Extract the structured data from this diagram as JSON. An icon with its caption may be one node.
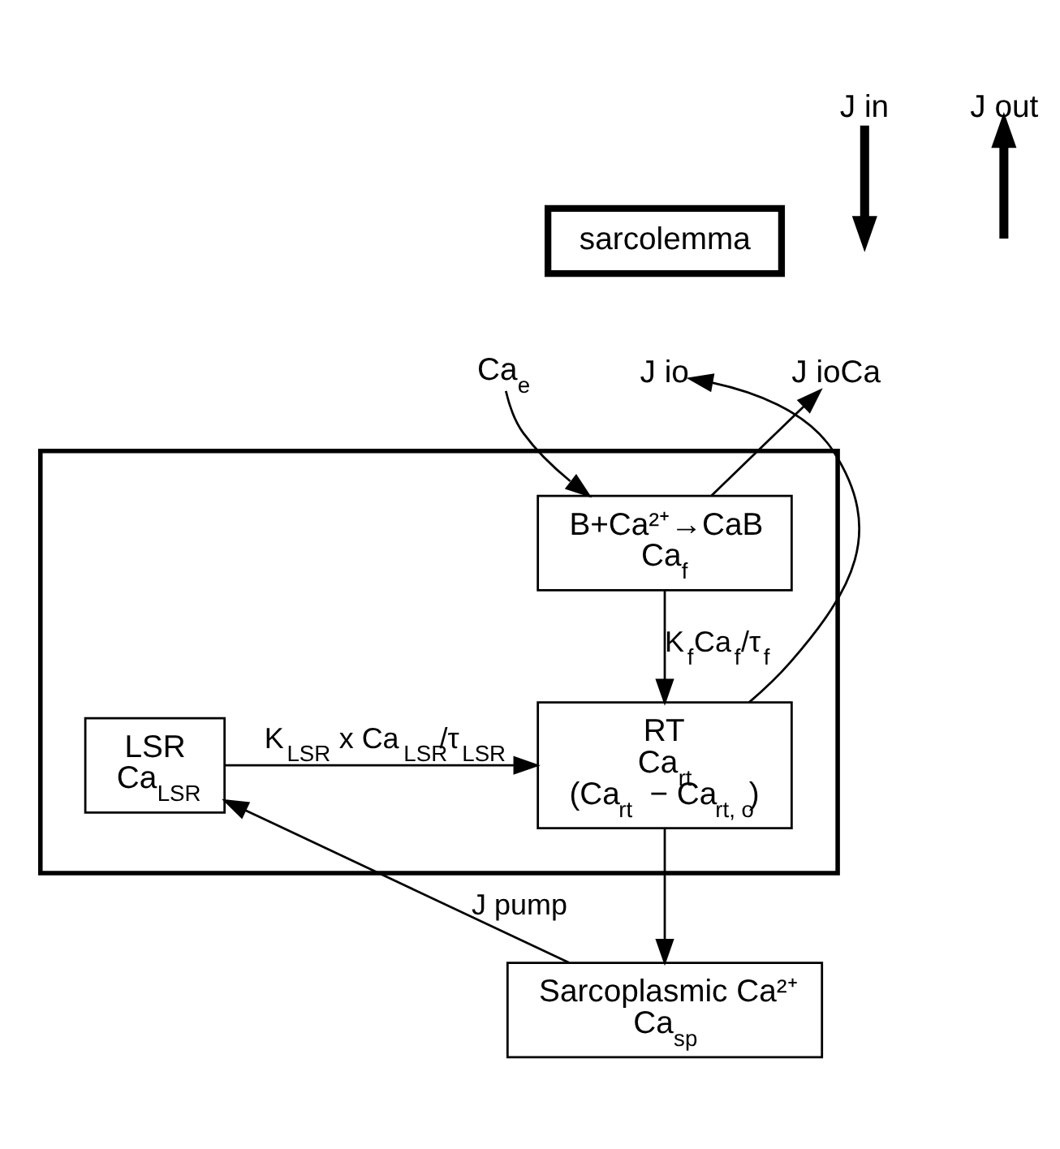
{
  "diagram": {
    "nodes": [
      {
        "text": [],
        "shape": "box"
      },
      {
        "text": [
          "B+Ca²⁺→CaB",
          "Ca$_{f}$"
        ],
        "in": 0
      },
      {
        "text": [
          "RT",
          "Ca$_{rt}$",
          "(Ca$_{rt}$ − Ca$_{rt, o}$)"
        ],
        "in": 0
      },
      {
        "text": [
          "LSR",
          "Ca$_{LSR}$"
        ],
        "in": 0
      },
      {
        "text": [
          "Sarcoplasmic Ca²⁺",
          "Ca$_{sp}$"
        ]
      },
      {
        "text": [
          "Ca$_{e}$"
        ]
      },
      {
        "text": [
          "J io"
        ]
      },
      {
        "text": [
          "J ioCa"
        ]
      },
      {
        "text": [
          "sarcolemma"
        ]
      },
      {
        "text": [
          "J in"
        ]
      },
      {
        "text": [
          "J out"
        ]
      }
    ],
    "edges": [
      {
        "from": 5,
        "to": 1,
        "arrow": "to"
      },
      {
        "from": 1,
        "to": 7,
        "arrow": "to"
      },
      {
        "from": 1,
        "to": 2,
        "arrow": "to",
        "label": "K$_{f}$Ca$_{f}$/τ$_{f}$"
      },
      {
        "from": 2,
        "to": 6,
        "arrow": "to"
      },
      {
        "from": 3,
        "to": 2,
        "arrow": "to",
        "label": "K$_{LSR}$ x Ca$_{LSR}$/τ$_{LSR}$"
      },
      {
        "from": 2,
        "to": 4,
        "arrow": "to"
      },
      {
        "from": 4,
        "to": 3,
        "arrow": "to",
        "label": "J pump"
      },
      {
        "from": 9,
        "to": null,
        "arrow": "to",
        "style": "thick"
      },
      {
        "from": null,
        "to": 10,
        "arrow": "to",
        "style": "thick"
      }
    ]
  }
}
